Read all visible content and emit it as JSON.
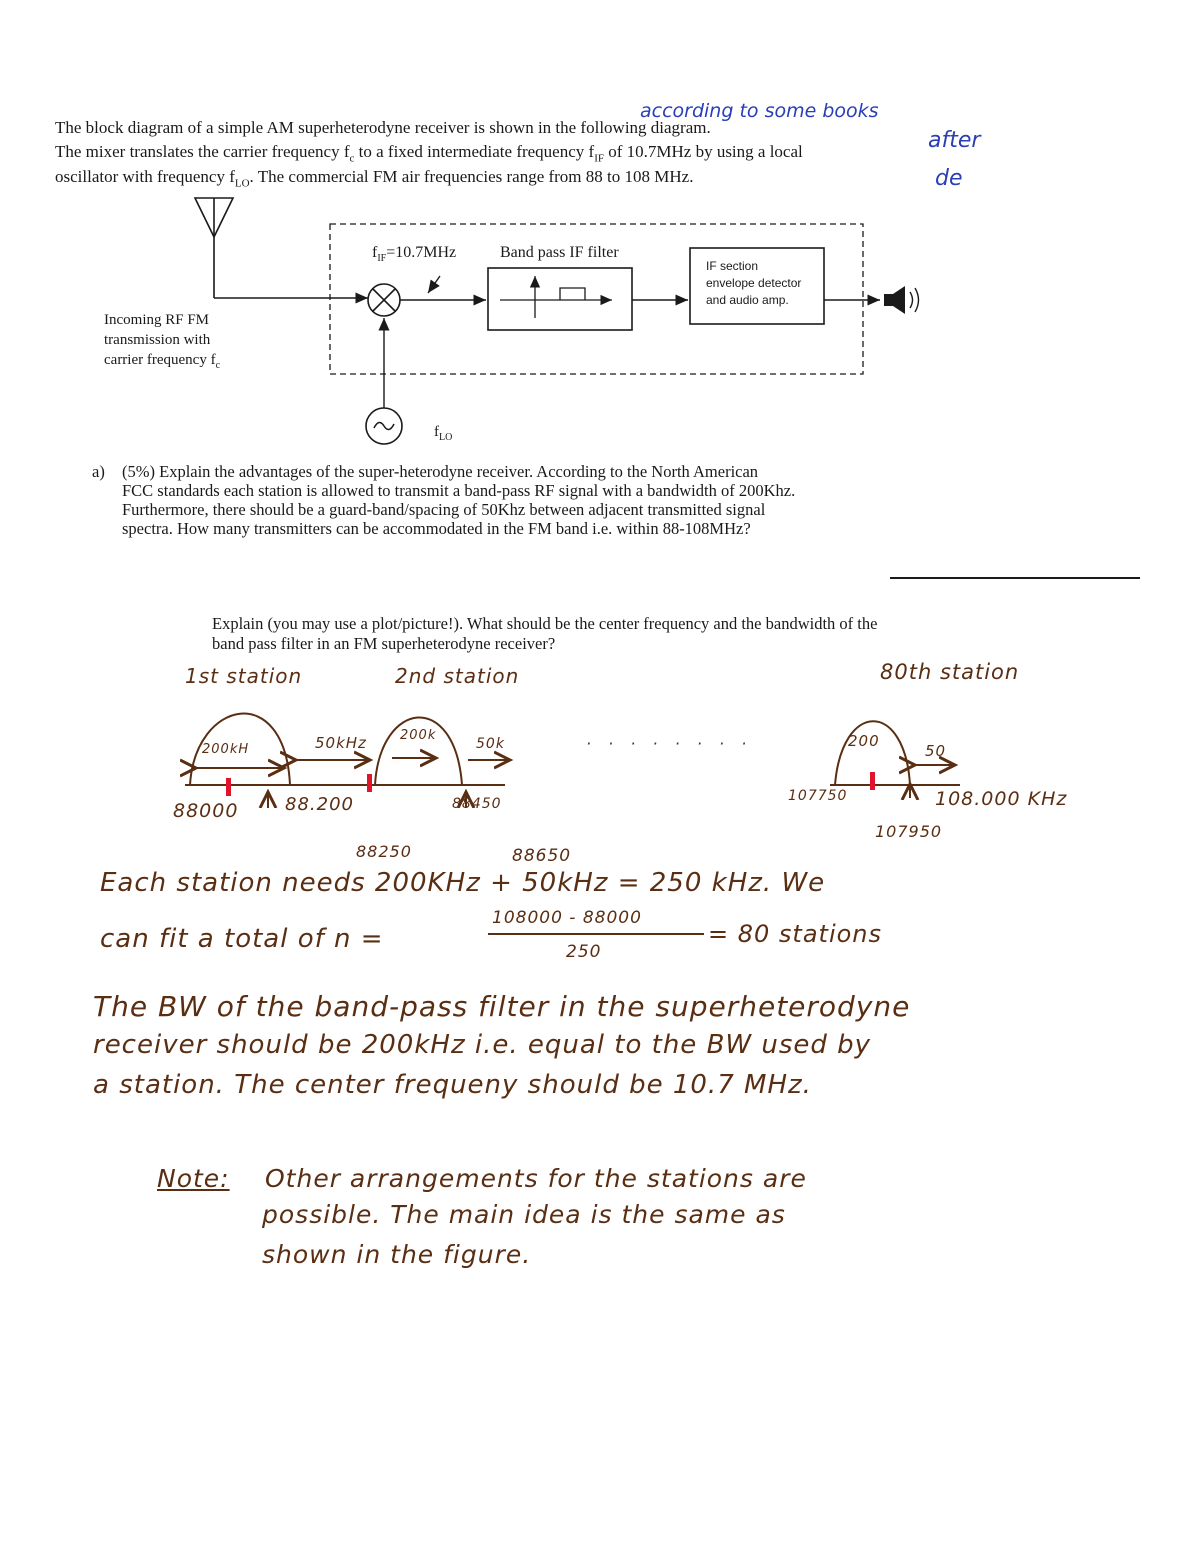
{
  "margin_note": {
    "line1": "according to some books",
    "line2": "after",
    "line3": "de"
  },
  "intro": {
    "line1": "The block diagram of a simple AM superheterodyne receiver is shown in the following diagram.",
    "line2": "The mixer translates the carrier frequency f",
    "line2_sub": "c",
    "line2b": " to a fixed intermediate frequency f",
    "line2b_sub": "IF",
    "line2c": " of 10.7MHz by using a local",
    "line3": "oscillator with frequency f",
    "line3_sub": "LO",
    "line3b": ". The commercial FM air frequencies range from 88 to 108 MHz."
  },
  "diagram": {
    "fif_label": "f",
    "fif_sub": "IF",
    "fif_value": "=10.7MHz",
    "bpf_label": "Band pass IF filter",
    "if_section_line1": "IF section",
    "if_section_line2": "envelope detector",
    "if_section_line3": "and audio amp.",
    "incoming_line1": "Incoming RF FM",
    "incoming_line2": "transmission  with",
    "incoming_line3": "carrier frequency f",
    "incoming_sub": "c",
    "flo_label": "f",
    "flo_sub": "LO"
  },
  "question_a": {
    "marker": "a)",
    "line1": "(5%)  Explain the advantages of the super-heterodyne receiver.  According to the North American",
    "line2": "FCC standards each station is allowed to transmit a band-pass RF signal with a bandwidth of 200Khz.",
    "line3": "Furthermore, there should be a guard-band/spacing of 50Khz between adjacent transmitted signal",
    "line4": "spectra. How many transmitters can be accommodated in the FM band i.e. within 88-108MHz?"
  },
  "question_b": {
    "line1": "Explain (you may use a plot/picture!). What should be the  center frequency and the bandwidth of the",
    "line2": "band pass filter in an FM superheterodyne receiver?"
  },
  "sketch": {
    "first_station": "1st station",
    "second_station": "2nd station",
    "eightieth_station": "80th station",
    "bw1": "200kH",
    "gap1": "50kHz",
    "bw2": "200k",
    "gap2": "50k",
    "dots": "· · · ·  ·  · · ·",
    "bw_last": "200",
    "gap_last": "50",
    "f_88000": "88000",
    "f_88200": "88.200",
    "f_88250": "88250",
    "f_88450": "88450",
    "f_88650": "88650",
    "f_107750": "107750",
    "f_107950": "107950",
    "f_108000": "108.000  KHz"
  },
  "answer": {
    "line1": "Each station needs  200KHz + 50kHz = 250 kHz.  We",
    "line2_a": "can fit a total of  n =",
    "fraction_num": "108000 - 88000",
    "fraction_den": "250",
    "line2_b": "= 80 stations",
    "line3": "The BW of the band-pass filter in the superheterodyne",
    "line4": "receiver should be  200kHz  i.e. equal to the BW used by",
    "line5": "a  station. The center frequeny should be 10.7 MHz."
  },
  "note": {
    "label": "Note:",
    "line1": "Other arrangements for the stations are",
    "line2": "possible. The main idea is the same as",
    "line3": "shown in the figure."
  },
  "colors": {
    "ink_print": "#1a1a1a",
    "ink_hand": "#5a2e12",
    "ink_blue": "#2a3fb5",
    "marker_red": "#e0142a"
  }
}
